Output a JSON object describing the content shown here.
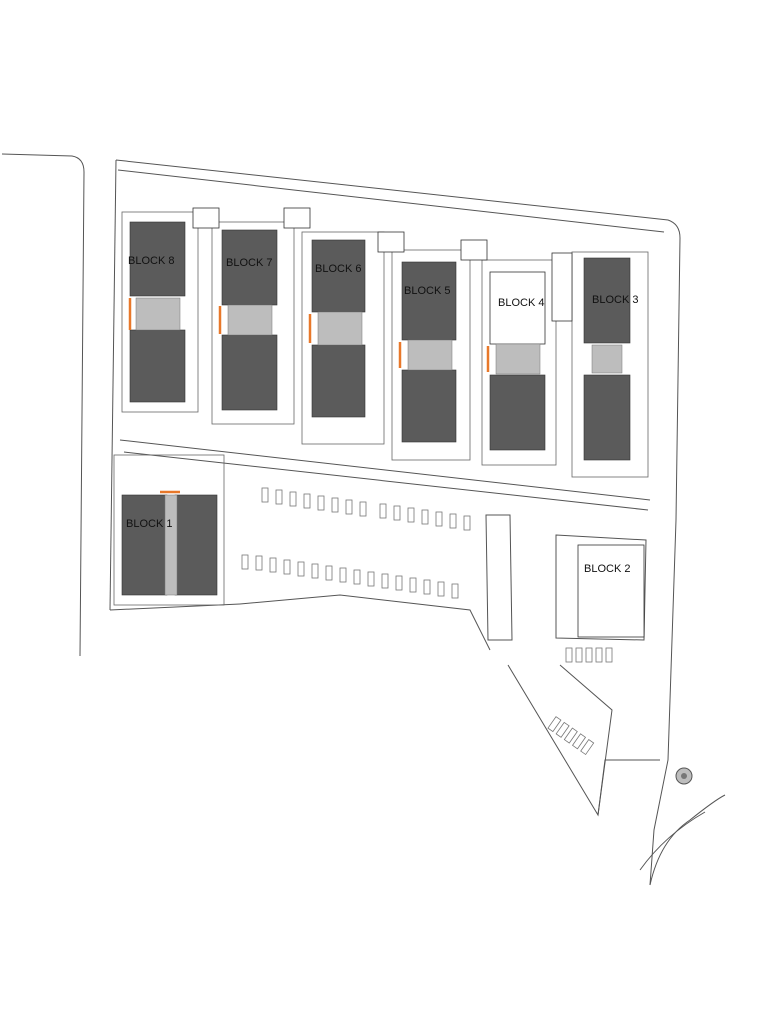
{
  "colors": {
    "background": "#ffffff",
    "line": "#555555",
    "building": "#5b5b5b",
    "corridor": "#bdbdbd",
    "stair": "#e8782a",
    "car": "#777777"
  },
  "blocks": [
    {
      "id": "block8",
      "label": "BLOCK 8"
    },
    {
      "id": "block7",
      "label": "BLOCK 7"
    },
    {
      "id": "block6",
      "label": "BLOCK 6"
    },
    {
      "id": "block5",
      "label": "BLOCK 5"
    },
    {
      "id": "block4",
      "label": "BLOCK 4"
    },
    {
      "id": "block3",
      "label": "BLOCK 3"
    },
    {
      "id": "block1",
      "label": "BLOCK 1"
    },
    {
      "id": "block2",
      "label": "BLOCK 2"
    }
  ]
}
